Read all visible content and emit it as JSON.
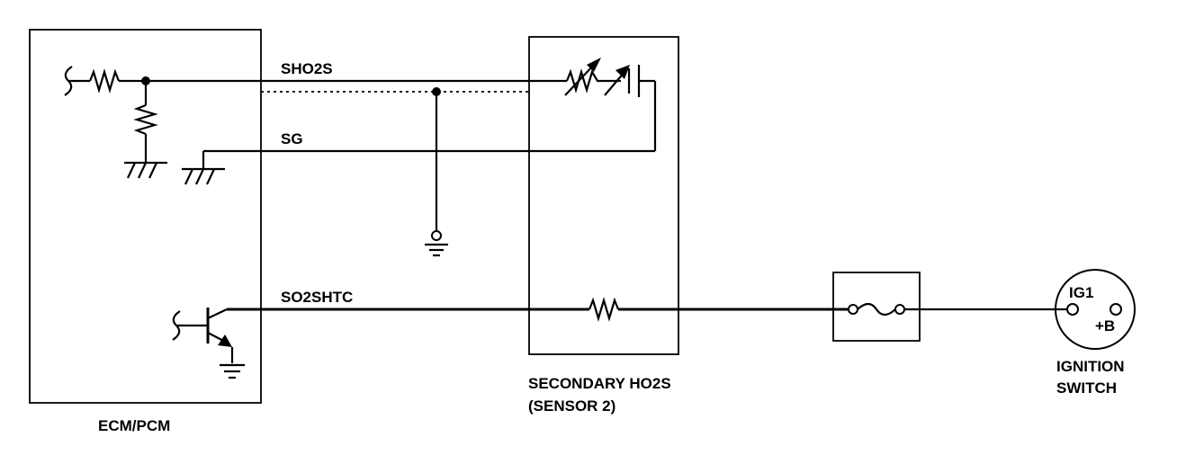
{
  "components": {
    "ecm": {
      "label": "ECM/PCM"
    },
    "sensor": {
      "label_line1": "SECONDARY HO2S",
      "label_line2": "(SENSOR 2)"
    },
    "ignition": {
      "label_line1": "IGNITION",
      "label_line2": "SWITCH",
      "terminal_ig1": "IG1",
      "terminal_b": "+B"
    }
  },
  "signals": {
    "sho2s": "SHO2S",
    "sg": "SG",
    "so2shtc": "SO2SHTC"
  },
  "colors": {
    "line": "#000000",
    "background": "#ffffff"
  }
}
